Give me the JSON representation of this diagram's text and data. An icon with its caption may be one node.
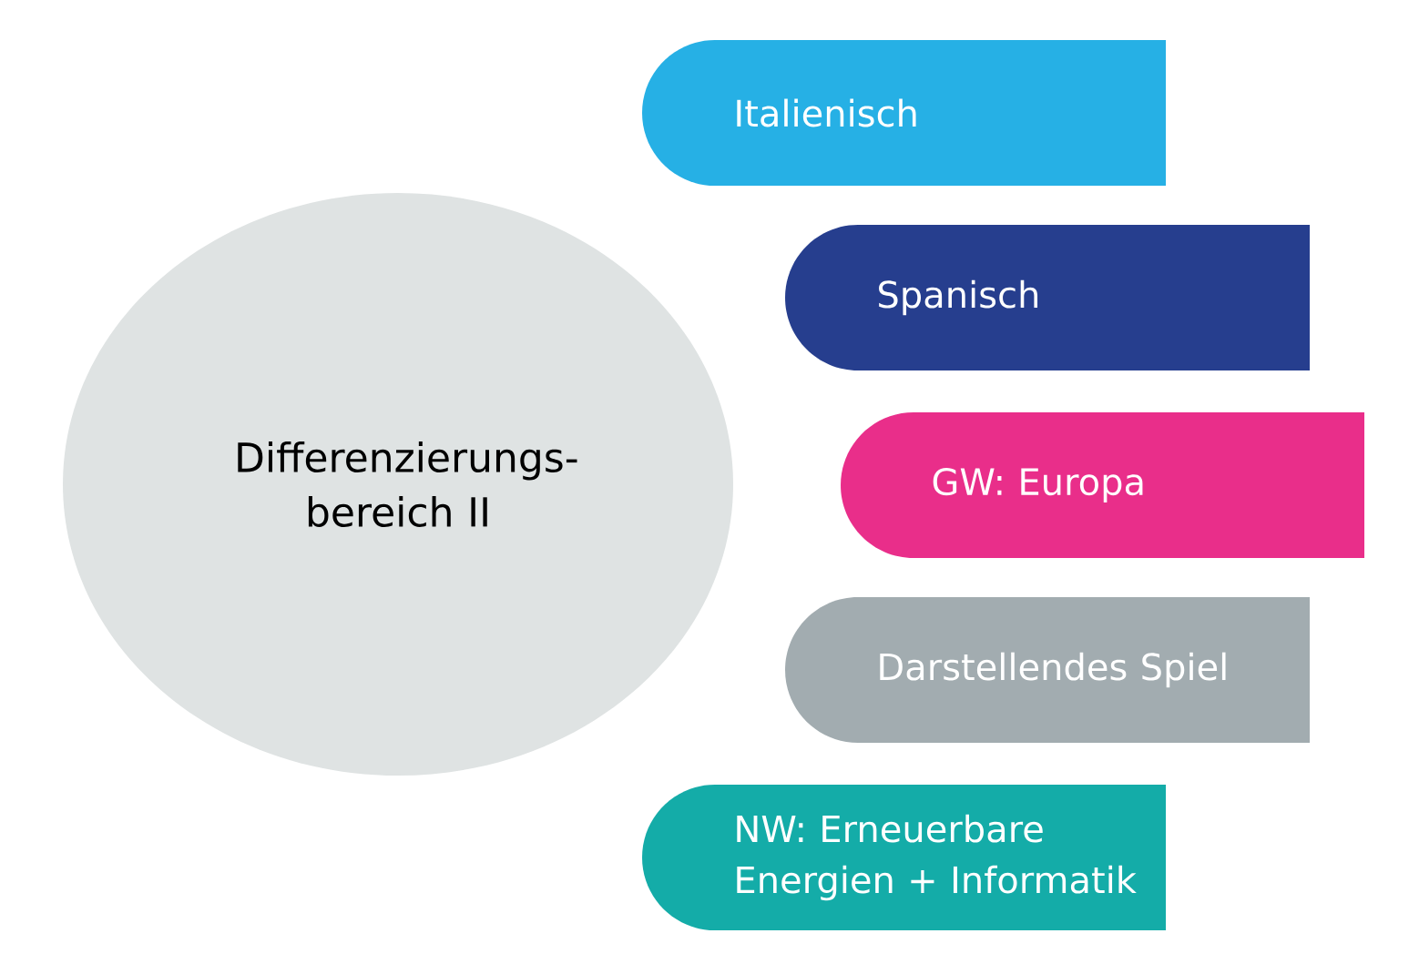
{
  "diagram": {
    "nodes": [
      {
        "text": [
          "Differenzierungs- bereich II"
        ]
      },
      {
        "text": [
          "Italienisch"
        ]
      },
      {
        "text": [
          "Spanisch"
        ]
      },
      {
        "text": [
          "GW: Europa"
        ]
      },
      {
        "text": [
          "Darstellendes Spiel"
        ]
      },
      {
        "text": [
          "NW: Erneuerbare Energien + Informatik"
        ]
      }
    ],
    "edges": []
  }
}
